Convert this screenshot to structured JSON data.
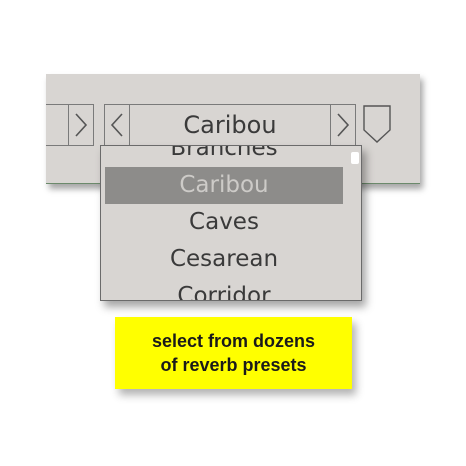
{
  "preset_selector": {
    "current_preset": "Caribou",
    "prev_icon": "chevron-left-icon",
    "next_icon": "chevron-right-icon",
    "menu_icon": "dropdown-shield-icon"
  },
  "dropdown": {
    "items": [
      {
        "label": "Branches",
        "selected": false
      },
      {
        "label": "Caribou",
        "selected": true
      },
      {
        "label": "Caves",
        "selected": false
      },
      {
        "label": "Cesarean",
        "selected": false
      },
      {
        "label": "Corridor",
        "selected": false
      }
    ]
  },
  "callout": {
    "line1": "select from dozens",
    "line2": "of reverb presets"
  },
  "colors": {
    "panel": "#d8d5d2",
    "selected_bg": "#8d8c8a",
    "callout_bg": "#ffff00"
  }
}
